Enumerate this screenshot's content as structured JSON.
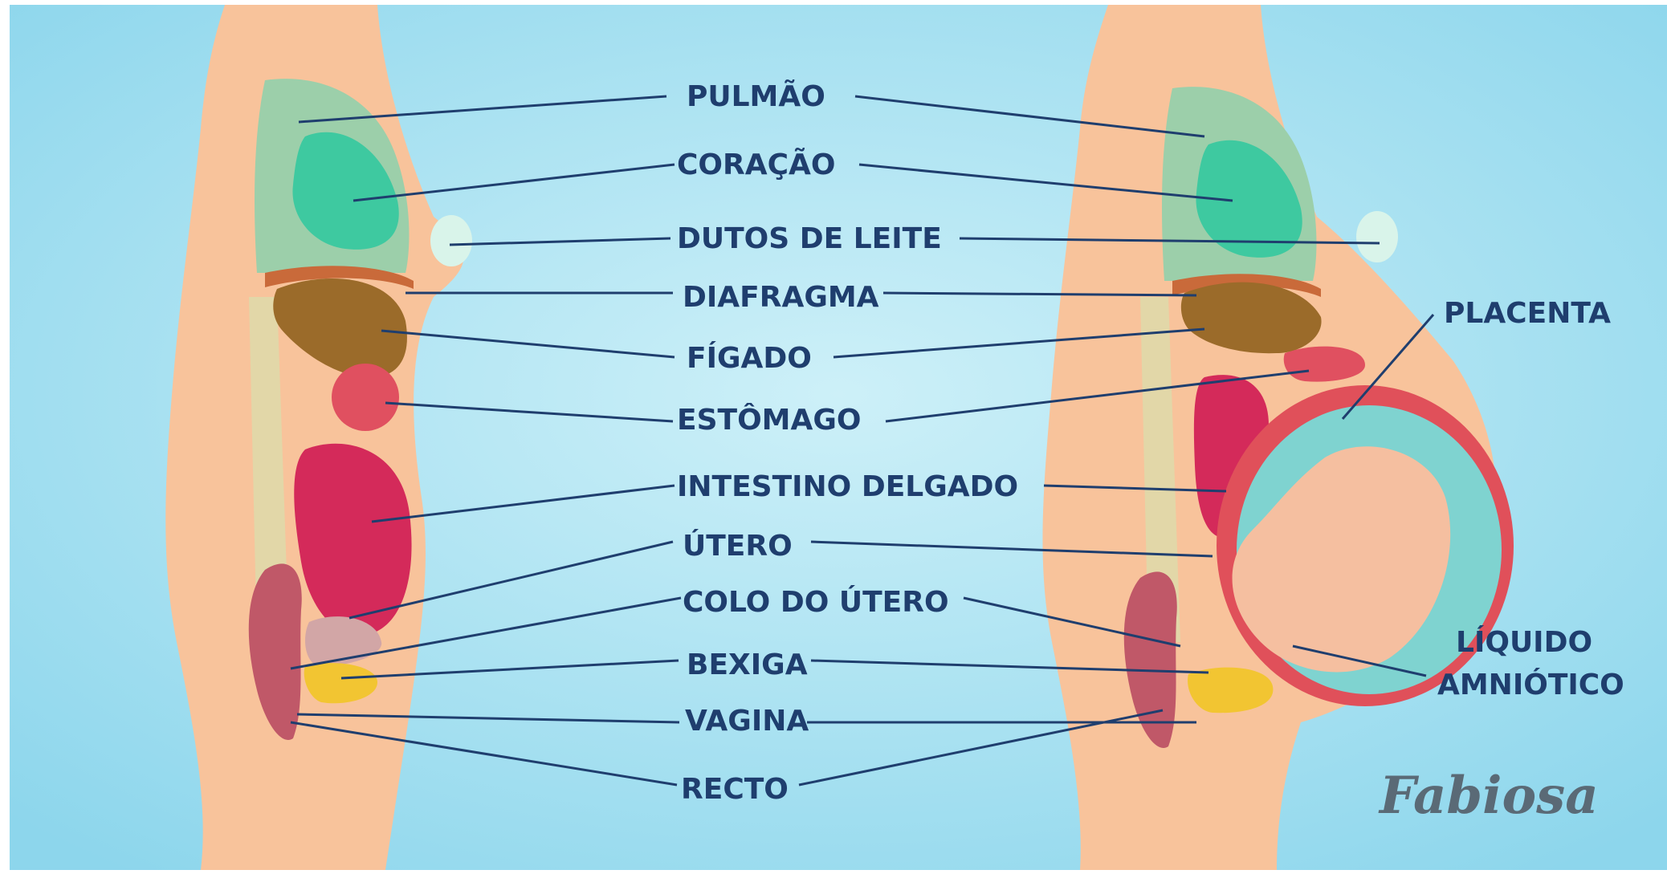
{
  "colors": {
    "background": "#a6e0f0",
    "skin": "#f8c39b",
    "lung": "#9ccfaa",
    "heart": "#3ec9a0",
    "liver": "#9b6b2a",
    "stomach": "#e05060",
    "intestine": "#d42a5a",
    "uterus": "#c9848a",
    "bladder": "#f2c532",
    "fluid": "#7fd3d0",
    "placenta": "#e0505a",
    "fetus": "#f5bfa0",
    "label": "#1f3e6e",
    "logo": "#5a6a76"
  },
  "labels": {
    "pulmao": "PULMÃO",
    "coracao": "CORAÇÃO",
    "dutos": "DUTOS DE LEITE",
    "diafragma": "DIAFRAGMA",
    "figado": "FÍGADO",
    "estomago": "ESTÔMAGO",
    "intestino": "INTESTINO DELGADO",
    "utero": "ÚTERO",
    "colo": "COLO DO ÚTERO",
    "bexiga": "BEXIGA",
    "vagina": "VAGINA",
    "recto": "RECTO",
    "placenta": "PLACENTA",
    "liquido_1": "LÍQUIDO",
    "liquido_2": "AMNIÓTICO"
  },
  "logo": "Fabiosa"
}
